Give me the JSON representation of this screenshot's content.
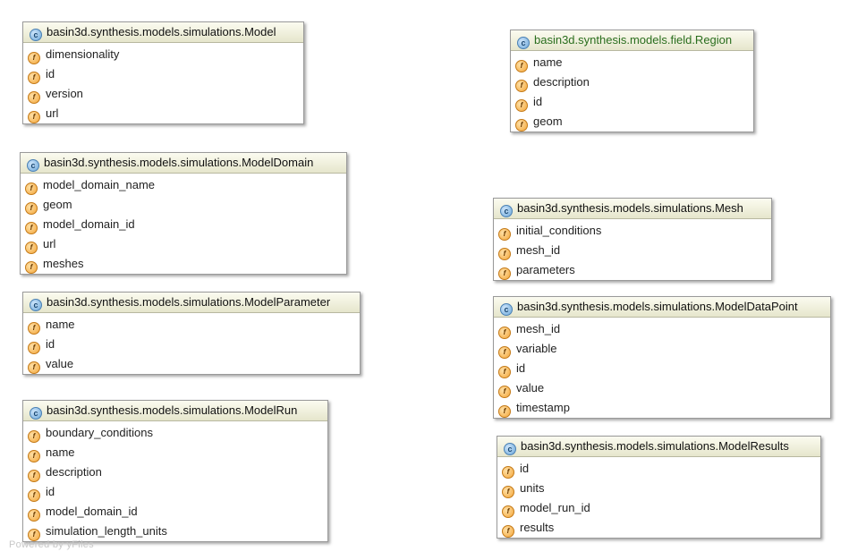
{
  "classes": [
    {
      "id": "model",
      "title": "basin3d.synthesis.models.simulations.Model",
      "fields": [
        "dimensionality",
        "id",
        "version",
        "url"
      ],
      "accent": "#111111"
    },
    {
      "id": "region",
      "title": "basin3d.synthesis.models.field.Region",
      "fields": [
        "name",
        "description",
        "id",
        "geom"
      ],
      "accent": "#2a6e1e"
    },
    {
      "id": "modeldomain",
      "title": "basin3d.synthesis.models.simulations.ModelDomain",
      "fields": [
        "model_domain_name",
        "geom",
        "model_domain_id",
        "url",
        "meshes"
      ],
      "accent": "#111111"
    },
    {
      "id": "mesh",
      "title": "basin3d.synthesis.models.simulations.Mesh",
      "fields": [
        "initial_conditions",
        "mesh_id",
        "parameters"
      ],
      "accent": "#111111"
    },
    {
      "id": "modelparameter",
      "title": "basin3d.synthesis.models.simulations.ModelParameter",
      "fields": [
        "name",
        "id",
        "value"
      ],
      "accent": "#111111"
    },
    {
      "id": "modeldatapoint",
      "title": "basin3d.synthesis.models.simulations.ModelDataPoint",
      "fields": [
        "mesh_id",
        "variable",
        "id",
        "value",
        "timestamp"
      ],
      "accent": "#111111"
    },
    {
      "id": "modelrun",
      "title": "basin3d.synthesis.models.simulations.ModelRun",
      "fields": [
        "boundary_conditions",
        "name",
        "description",
        "id",
        "model_domain_id",
        "simulation_length_units"
      ],
      "accent": "#111111"
    },
    {
      "id": "modelresults",
      "title": "basin3d.synthesis.models.simulations.ModelResults",
      "fields": [
        "id",
        "units",
        "model_run_id",
        "results"
      ],
      "accent": "#111111"
    }
  ],
  "icons": {
    "class_glyph": "c",
    "field_glyph": "f",
    "class_icon": "class-icon",
    "field_icon": "field-icon"
  },
  "watermark": "Powered by yFiles"
}
